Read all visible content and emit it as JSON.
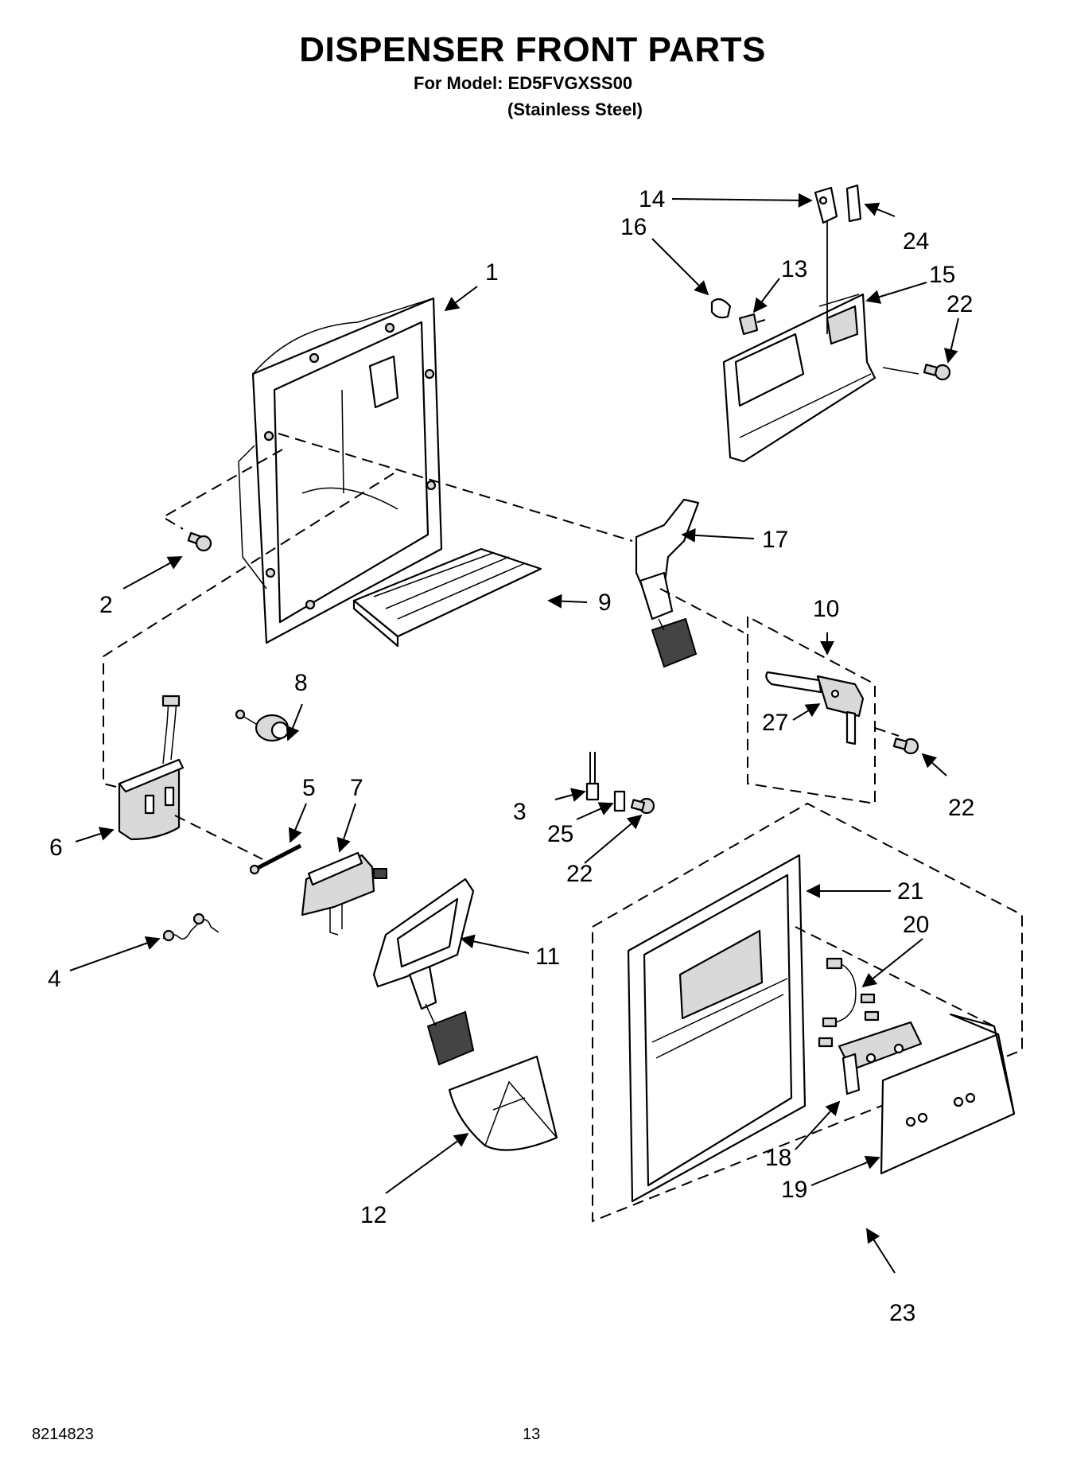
{
  "header": {
    "title": "DISPENSER FRONT PARTS",
    "model_line": "For Model: ED5FVGXSS00",
    "finish_line": "(Stainless Steel)"
  },
  "callouts": {
    "c1": "1",
    "c2": "2",
    "c3": "3",
    "c4": "4",
    "c5": "5",
    "c6": "6",
    "c7": "7",
    "c8": "8",
    "c9": "9",
    "c10": "10",
    "c11": "11",
    "c12": "12",
    "c13": "13",
    "c14": "14",
    "c15": "15",
    "c16": "16",
    "c17": "17",
    "c18": "18",
    "c19": "19",
    "c20": "20",
    "c21": "21",
    "c22a": "22",
    "c22b": "22",
    "c22c": "22",
    "c23": "23",
    "c24": "24",
    "c25": "25",
    "c27": "27"
  },
  "footer": {
    "doc_number": "8214823",
    "page_number": "13"
  }
}
